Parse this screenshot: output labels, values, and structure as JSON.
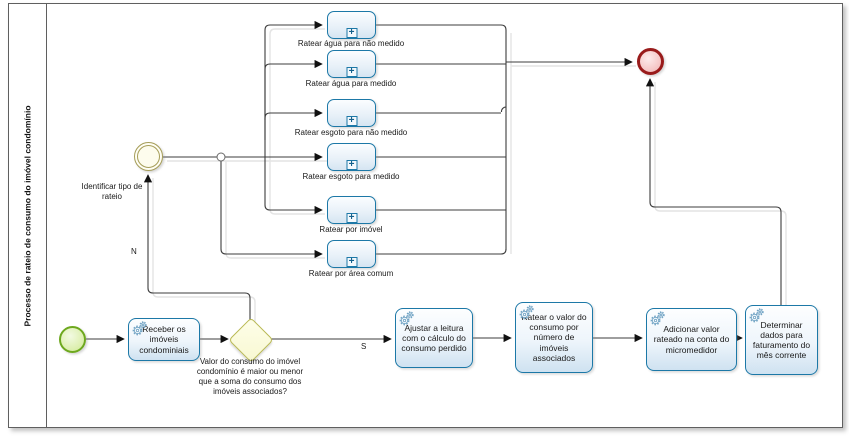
{
  "lane": {
    "title": "Processo de rateio de consumo do imóvel condomínio"
  },
  "icons": {
    "expand": "+"
  },
  "labels": {
    "identify_event": "Identificar tipo de rateio",
    "no": "N",
    "yes": "S"
  },
  "gateway": {
    "question": "Valor do consumo do imóvel condomínio é maior ou menor que a soma do consumo dos imóveis associados?"
  },
  "tasks": {
    "receber": "Receber os imóveis condominiais",
    "ajustar": "Ajustar a leitura com o cálculo do consumo perdido",
    "ratear_valor": "Ratear o valor do consumo por número de imóveis associados",
    "adicionar": "Adicionar valor rateado na conta do micromedidor",
    "determinar": "Determinar dados para faturamento do mês corrente"
  },
  "subprocesses": [
    "Ratear água para não medido",
    "Ratear água para medido",
    "Ratear esgoto para não medido",
    "Ratear esgoto para medido",
    "Ratear por imóvel",
    "Ratear por área comum"
  ],
  "colors": {
    "task_border": "#1c78a7",
    "start_event": "#6da81e",
    "intermediate_event": "#a59d58",
    "end_event": "#991b1b",
    "gateway_border": "#b9b952",
    "connector": "#3c3c3c"
  }
}
